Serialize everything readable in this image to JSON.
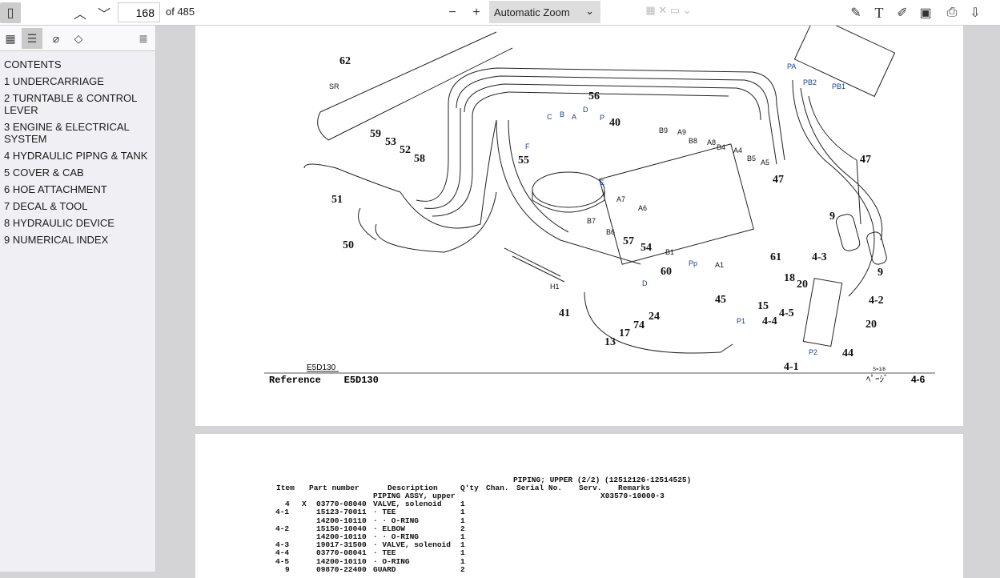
{
  "toolbar": {
    "page_number": "168",
    "page_count": "of 485",
    "zoom": "Automatic Zoom"
  },
  "sidebar": {
    "items": [
      "CONTENTS",
      "1 UNDERCARRIAGE",
      "2 TURNTABLE & CONTROL LEVER",
      "3 ENGINE & ELECTRICAL SYSTEM",
      "4 HYDRAULIC PIPNG & TANK",
      "5 COVER & CAB",
      "6 HOE ATTACHMENT",
      "7 DECAL & TOOL",
      "8 HYDRAULIC DEVICE",
      "9 NUMERICAL INDEX"
    ]
  },
  "diagram": {
    "callouts": [
      "62",
      "SR",
      "59",
      "53",
      "52",
      "58",
      "51",
      "50",
      "56",
      "40",
      "C",
      "B",
      "A",
      "D",
      "P",
      "F",
      "55",
      "E",
      "B9",
      "A9",
      "B8",
      "A8",
      "B4",
      "A4",
      "B5",
      "A5",
      "47",
      "47",
      "PA",
      "PB2",
      "PB1",
      "A7",
      "A6",
      "B7",
      "B6",
      "57",
      "54",
      "B1",
      "Pp",
      "A1",
      "60",
      "61",
      "9",
      "9",
      "4-3",
      "18",
      "20",
      "45",
      "15",
      "4-5",
      "4-4",
      "4-2",
      "20",
      "P1",
      "P2",
      "44",
      "4-1",
      "H1",
      "D",
      "41",
      "24",
      "74",
      "17",
      "13"
    ],
    "figure_code": "E5D130",
    "reference": "Reference    E5D130",
    "scale": "S=1/8",
    "page_word": "ﾍﾟｰｼﾞ",
    "page_label": "4-6"
  },
  "parts": {
    "title": "PIPING; UPPER (2/2) (12512126-12514525)",
    "headers": [
      "Item",
      "Part number",
      "Description",
      "Q'ty",
      "Chan.",
      "Serial No.",
      "Serv.",
      "Remarks"
    ],
    "rows": [
      [
        "",
        "",
        "",
        "PIPING ASSY, upper",
        "",
        "X03570-10000-3"
      ],
      [
        "4",
        "X",
        "03770-08040",
        "VALVE, solenoid",
        "1",
        ""
      ],
      [
        "4-1",
        "",
        "15123-70011",
        "· TEE",
        "1",
        ""
      ],
      [
        "",
        "",
        "14200-10110",
        "· · O-RING",
        "1",
        ""
      ],
      [
        "4-2",
        "",
        "15150-10040",
        "· ELBOW",
        "2",
        ""
      ],
      [
        "",
        "",
        "14200-10110",
        "· · O-RING",
        "1",
        ""
      ],
      [
        "4-3",
        "",
        "19017-31500",
        "· VALVE, solenoid",
        "1",
        ""
      ],
      [
        "4-4",
        "",
        "03770-08041",
        "· TEE",
        "1",
        ""
      ],
      [
        "4-5",
        "",
        "14200-10110",
        "· O-RING",
        "1",
        ""
      ],
      [
        "9",
        "",
        "09870-22400",
        "GUARD",
        "2",
        ""
      ]
    ]
  }
}
